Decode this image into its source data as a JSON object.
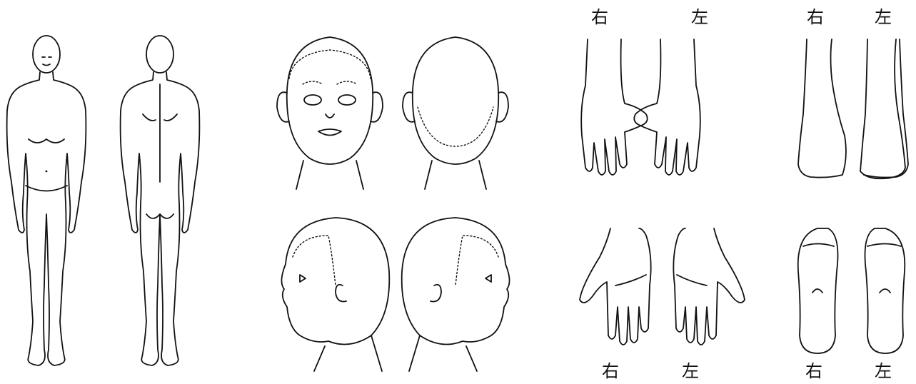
{
  "labels": {
    "hands_back_right": "右",
    "hands_back_left": "左",
    "feet_top_right": "右",
    "feet_top_left": "左",
    "hands_palm_right": "右",
    "hands_palm_left": "左",
    "feet_sole_right": "右",
    "feet_sole_left": "左"
  }
}
